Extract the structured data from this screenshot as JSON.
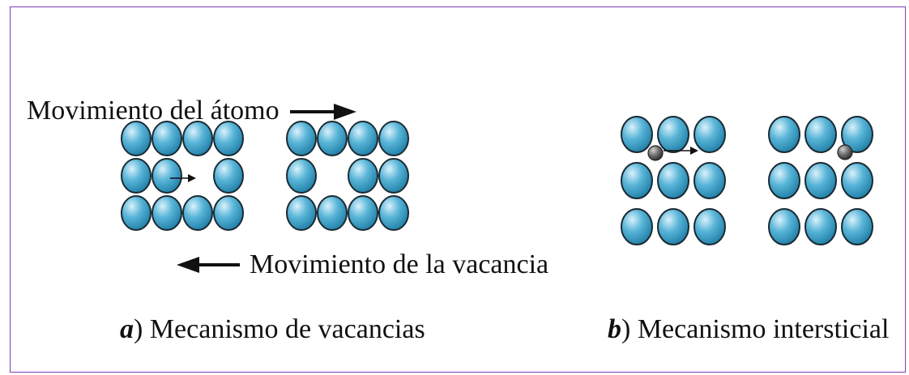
{
  "panel_a": {
    "atom_motion_label": "Movimiento del átomo",
    "vacancy_motion_label": "Movimiento de la vacancia",
    "caption_letter": "a",
    "caption_text": ") Mecanismo de vacancias"
  },
  "panel_b": {
    "caption_letter": "b",
    "caption_text": ") Mecanismo intersticial"
  },
  "colors": {
    "border": "#7b3fb3",
    "atom_fill": "#4aa6c9",
    "atom_outline": "#1b2a33",
    "interstitial_atom": "#6a6a6a",
    "text": "#111111"
  }
}
